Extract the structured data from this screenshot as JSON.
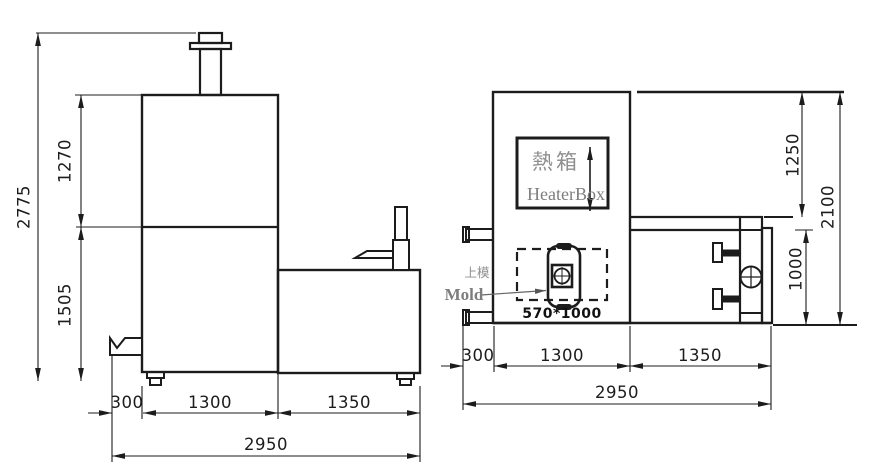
{
  "drawing": {
    "left_view": {
      "dim_total_height": "2775",
      "dim_upper_height": "1270",
      "dim_lower_height": "1505",
      "dim_offset": "300",
      "dim_main_width": "1300",
      "dim_side_width": "1350",
      "dim_total_width": "2950"
    },
    "right_view": {
      "heater_box_cn": "熱箱",
      "heater_box_en": "HeaterBox",
      "mold_cn": "上模",
      "mold_en": "Mold",
      "mold_size": "570*1000",
      "dim_upper_height": "1250",
      "dim_lower_height": "1000",
      "dim_total_height": "2100",
      "dim_offset": "300",
      "dim_main_width": "1300",
      "dim_side_width": "1350",
      "dim_total_width": "2950"
    },
    "colors": {
      "line": "#1c1c1c",
      "muted_text": "#8f8f8f",
      "background": "#ffffff"
    }
  }
}
